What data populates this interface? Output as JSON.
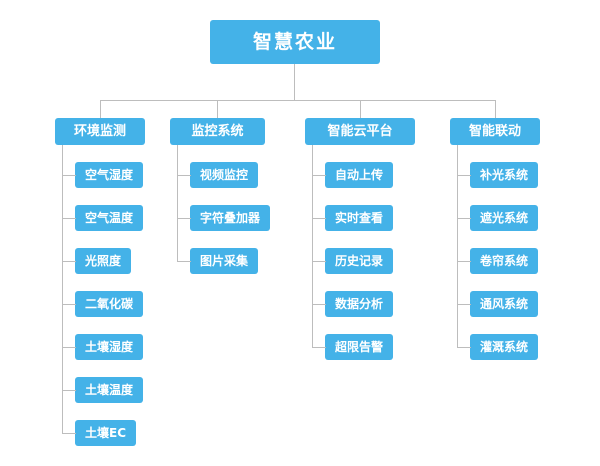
{
  "title": "智慧农业",
  "colors": {
    "node": "#44b2e8",
    "line": "#bdbdbd",
    "text": "#ffffff"
  },
  "branches": [
    {
      "label": "环境监测",
      "children": [
        "空气湿度",
        "空气温度",
        "光照度",
        "二氧化碳",
        "土壤湿度",
        "土壤温度",
        "土壤EC"
      ]
    },
    {
      "label": "监控系统",
      "children": [
        "视频监控",
        "字符叠加器",
        "图片采集"
      ]
    },
    {
      "label": "智能云平台",
      "children": [
        "自动上传",
        "实时查看",
        "历史记录",
        "数据分析",
        "超限告警"
      ]
    },
    {
      "label": "智能联动",
      "children": [
        "补光系统",
        "遮光系统",
        "卷帘系统",
        "通风系统",
        "灌溉系统"
      ]
    }
  ]
}
